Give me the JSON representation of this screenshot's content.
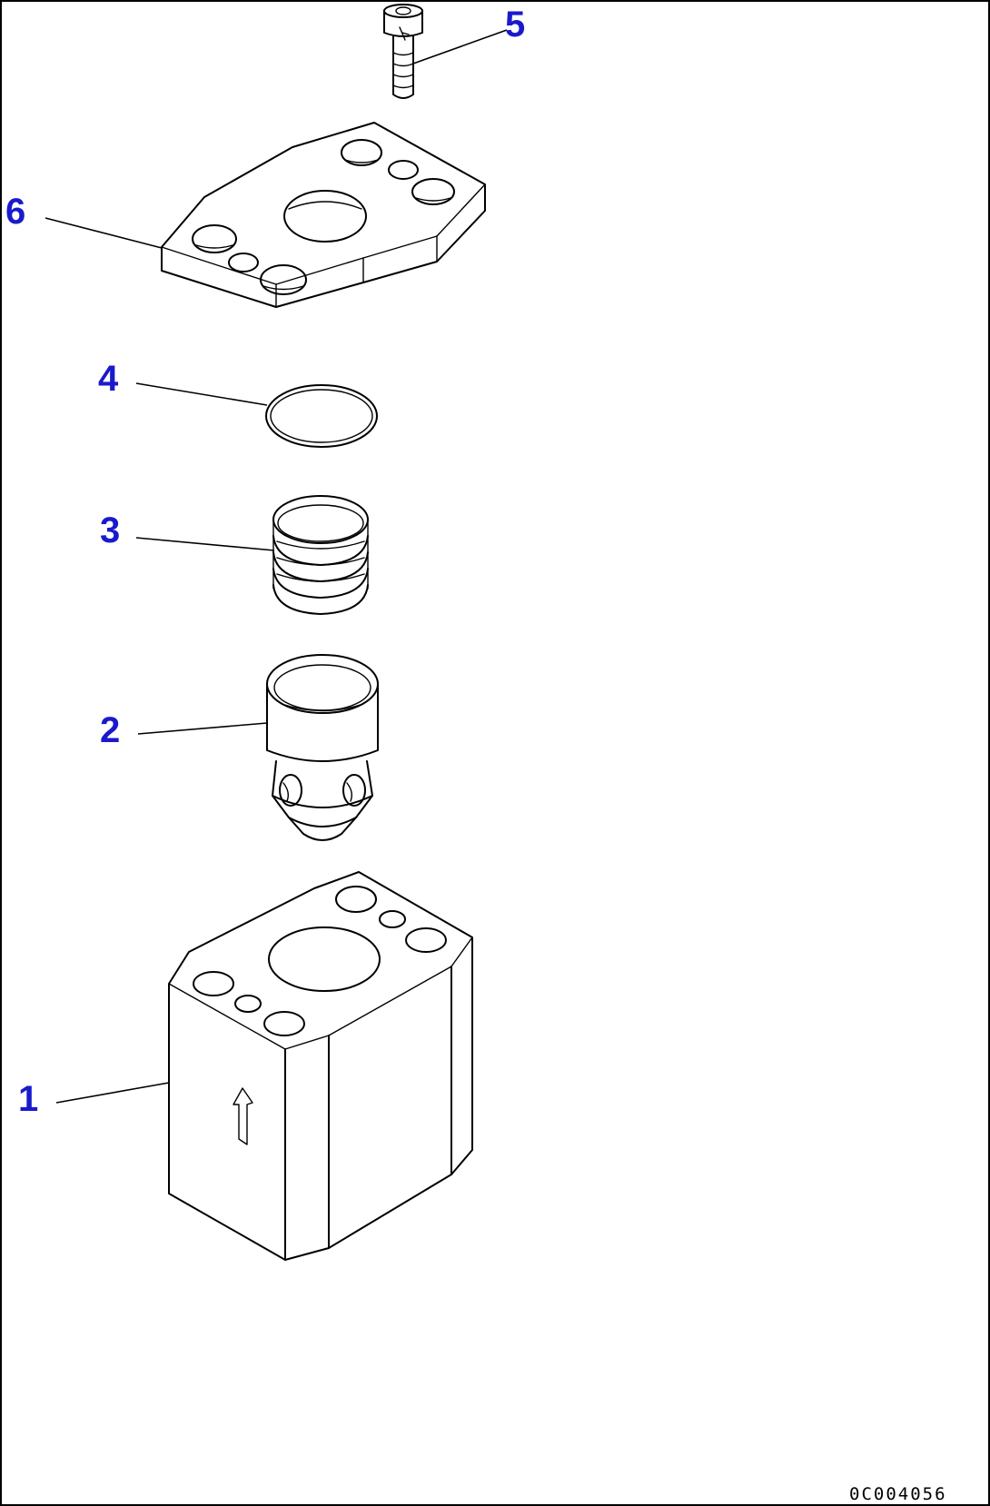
{
  "drawing": {
    "drawing_number": "0C004056",
    "colors": {
      "callout": "#1a1acc",
      "linework": "#000000",
      "background": "#ffffff"
    },
    "parts": [
      {
        "id": "part-1",
        "callout": "1",
        "icon": "valve-body-block-with-arrow"
      },
      {
        "id": "part-2",
        "callout": "2",
        "icon": "valve-spool-poppet"
      },
      {
        "id": "part-3",
        "callout": "3",
        "icon": "coil-spring"
      },
      {
        "id": "part-4",
        "callout": "4",
        "icon": "o-ring"
      },
      {
        "id": "part-5",
        "callout": "5",
        "icon": "socket-head-bolt"
      },
      {
        "id": "part-6",
        "callout": "6",
        "icon": "cover-plate"
      }
    ]
  }
}
